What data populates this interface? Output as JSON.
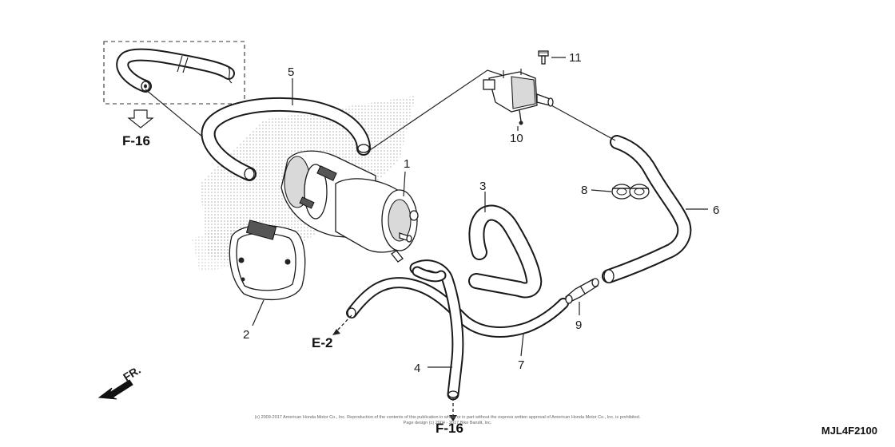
{
  "diagram_code": "MJL4F2100",
  "copyright_line1": "(c) 2009-2017 American Honda Motor Co., Inc. Reproduction of the contents of this publication in whole or in part without the express written approval of American Honda Motor Co., Inc. is prohibited.",
  "copyright_line2": "Page design (c) 2004 - 2017 Bike Bandit, Inc.",
  "direction_label": "FR.",
  "refs": {
    "f16_top": "F-16",
    "f16_bottom": "F-16",
    "e2": "E-2"
  },
  "callouts": [
    {
      "id": "canister",
      "label": "1"
    },
    {
      "id": "band",
      "label": "2"
    },
    {
      "id": "tube-3",
      "label": "3"
    },
    {
      "id": "tube-4",
      "label": "4"
    },
    {
      "id": "tube-5",
      "label": "5"
    },
    {
      "id": "tube-6",
      "label": "6"
    },
    {
      "id": "tube-7",
      "label": "7"
    },
    {
      "id": "clip-8",
      "label": "8"
    },
    {
      "id": "joint-9",
      "label": "9"
    },
    {
      "id": "valve-10",
      "label": "10"
    },
    {
      "id": "screw-11",
      "label": "11"
    }
  ]
}
